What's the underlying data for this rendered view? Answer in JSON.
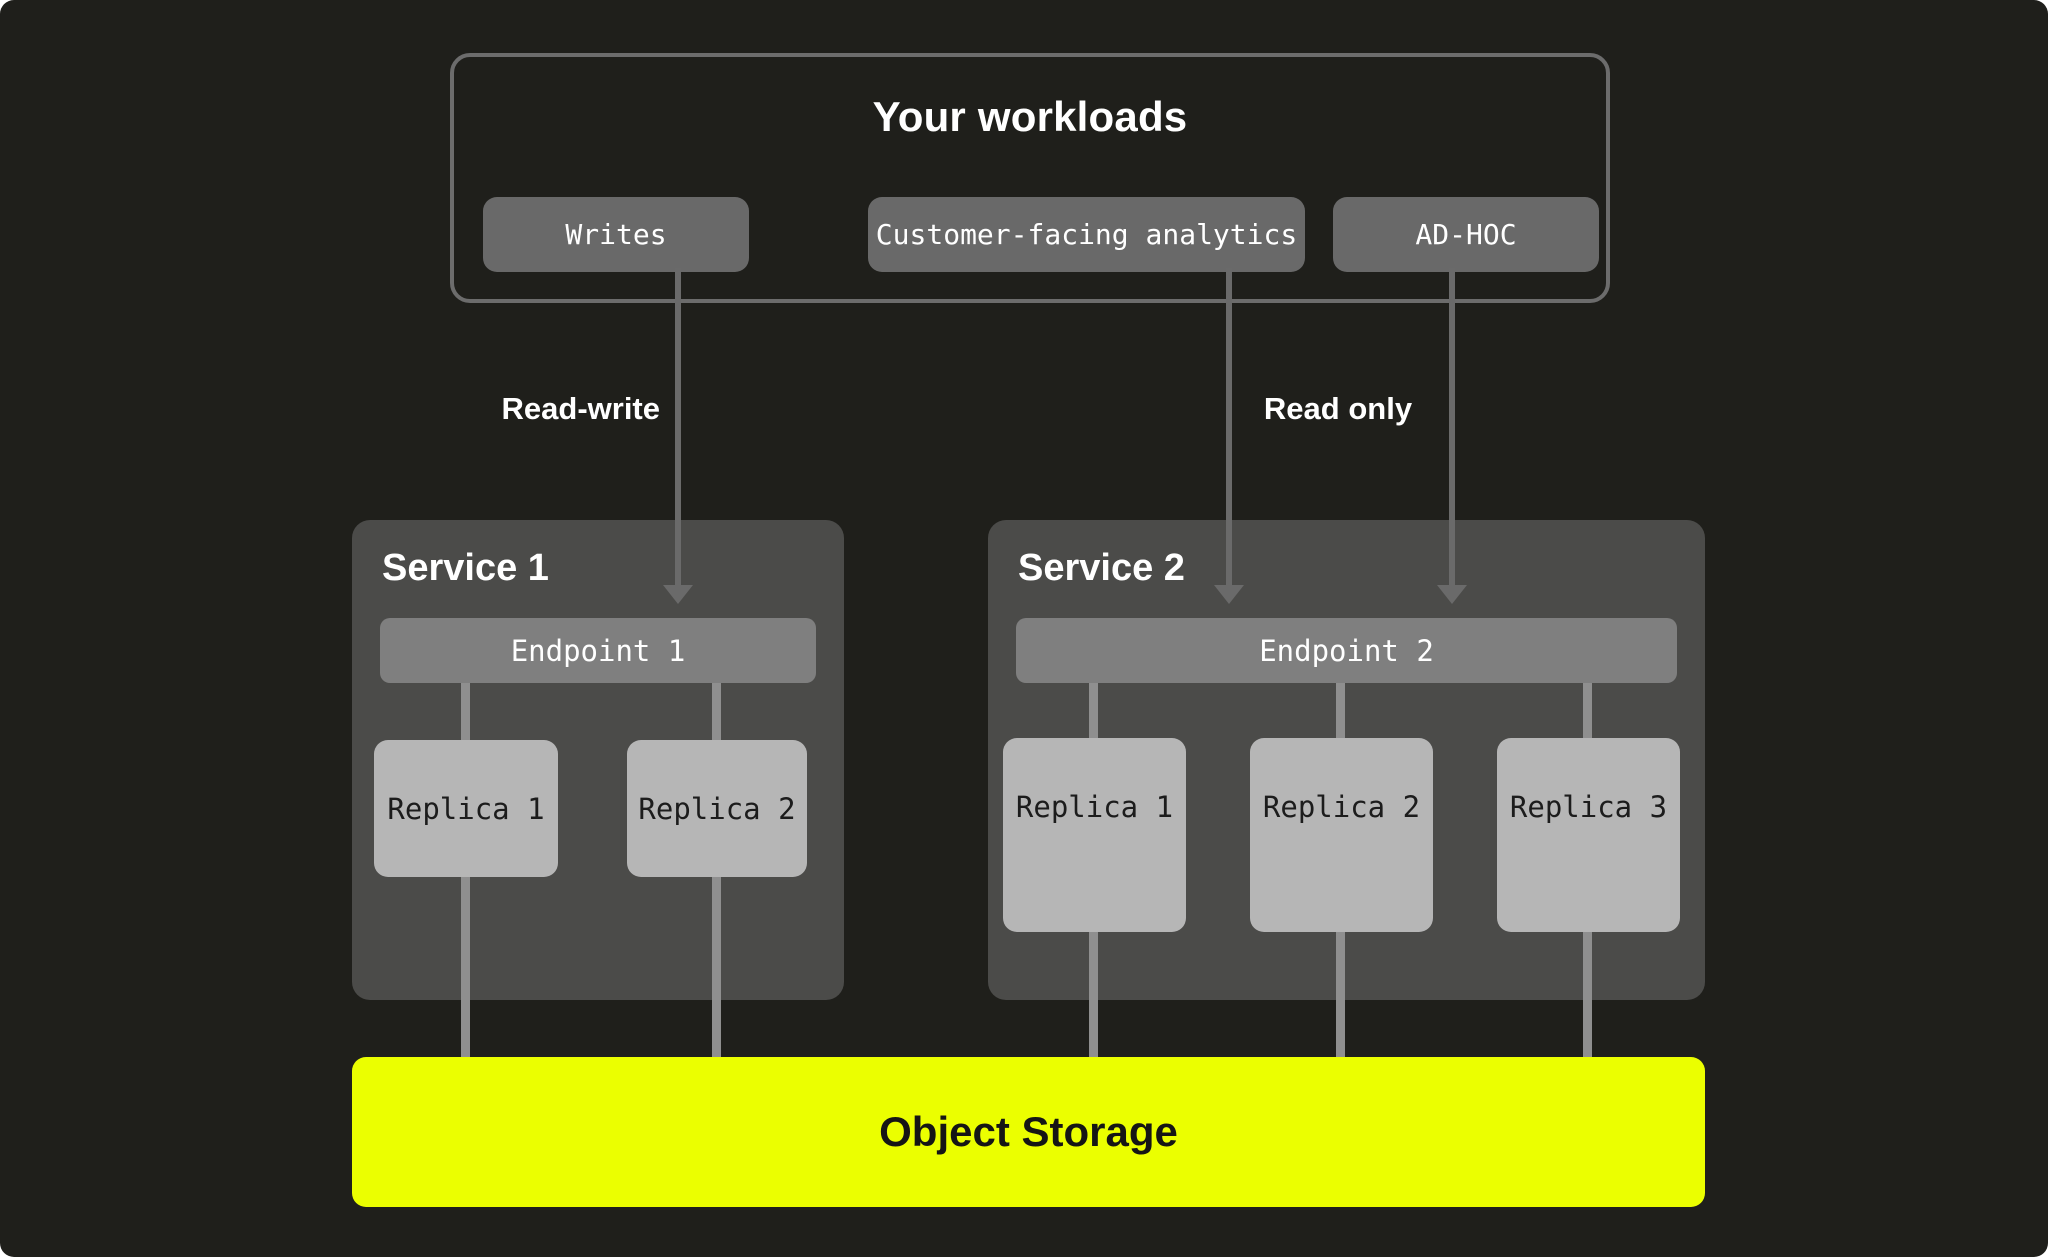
{
  "workloads": {
    "title": "Your workloads",
    "buttons": [
      {
        "label": "Writes"
      },
      {
        "label": "Customer-facing analytics"
      },
      {
        "label": "AD-HOC"
      }
    ]
  },
  "edges": {
    "read_write_label": "Read-write",
    "read_only_label": "Read only"
  },
  "services": [
    {
      "title": "Service 1",
      "endpoint": "Endpoint 1",
      "replicas": [
        "Replica 1",
        "Replica 2"
      ]
    },
    {
      "title": "Service 2",
      "endpoint": "Endpoint 2",
      "replicas": [
        "Replica 1",
        "Replica 2",
        "Replica 3"
      ]
    }
  ],
  "storage": {
    "label": "Object Storage"
  },
  "colors": {
    "background": "#1f1f1b",
    "accent_yellow": "#ebff00",
    "card_gray": "#4b4b49",
    "endpoint_gray": "#7f7f7f",
    "replica_gray": "#b6b6b6",
    "chip_gray": "#696969",
    "border_gray": "#6c6c6c",
    "arrow_gray": "#6a6a6a",
    "replica_line_gray": "#8f8f8f"
  }
}
